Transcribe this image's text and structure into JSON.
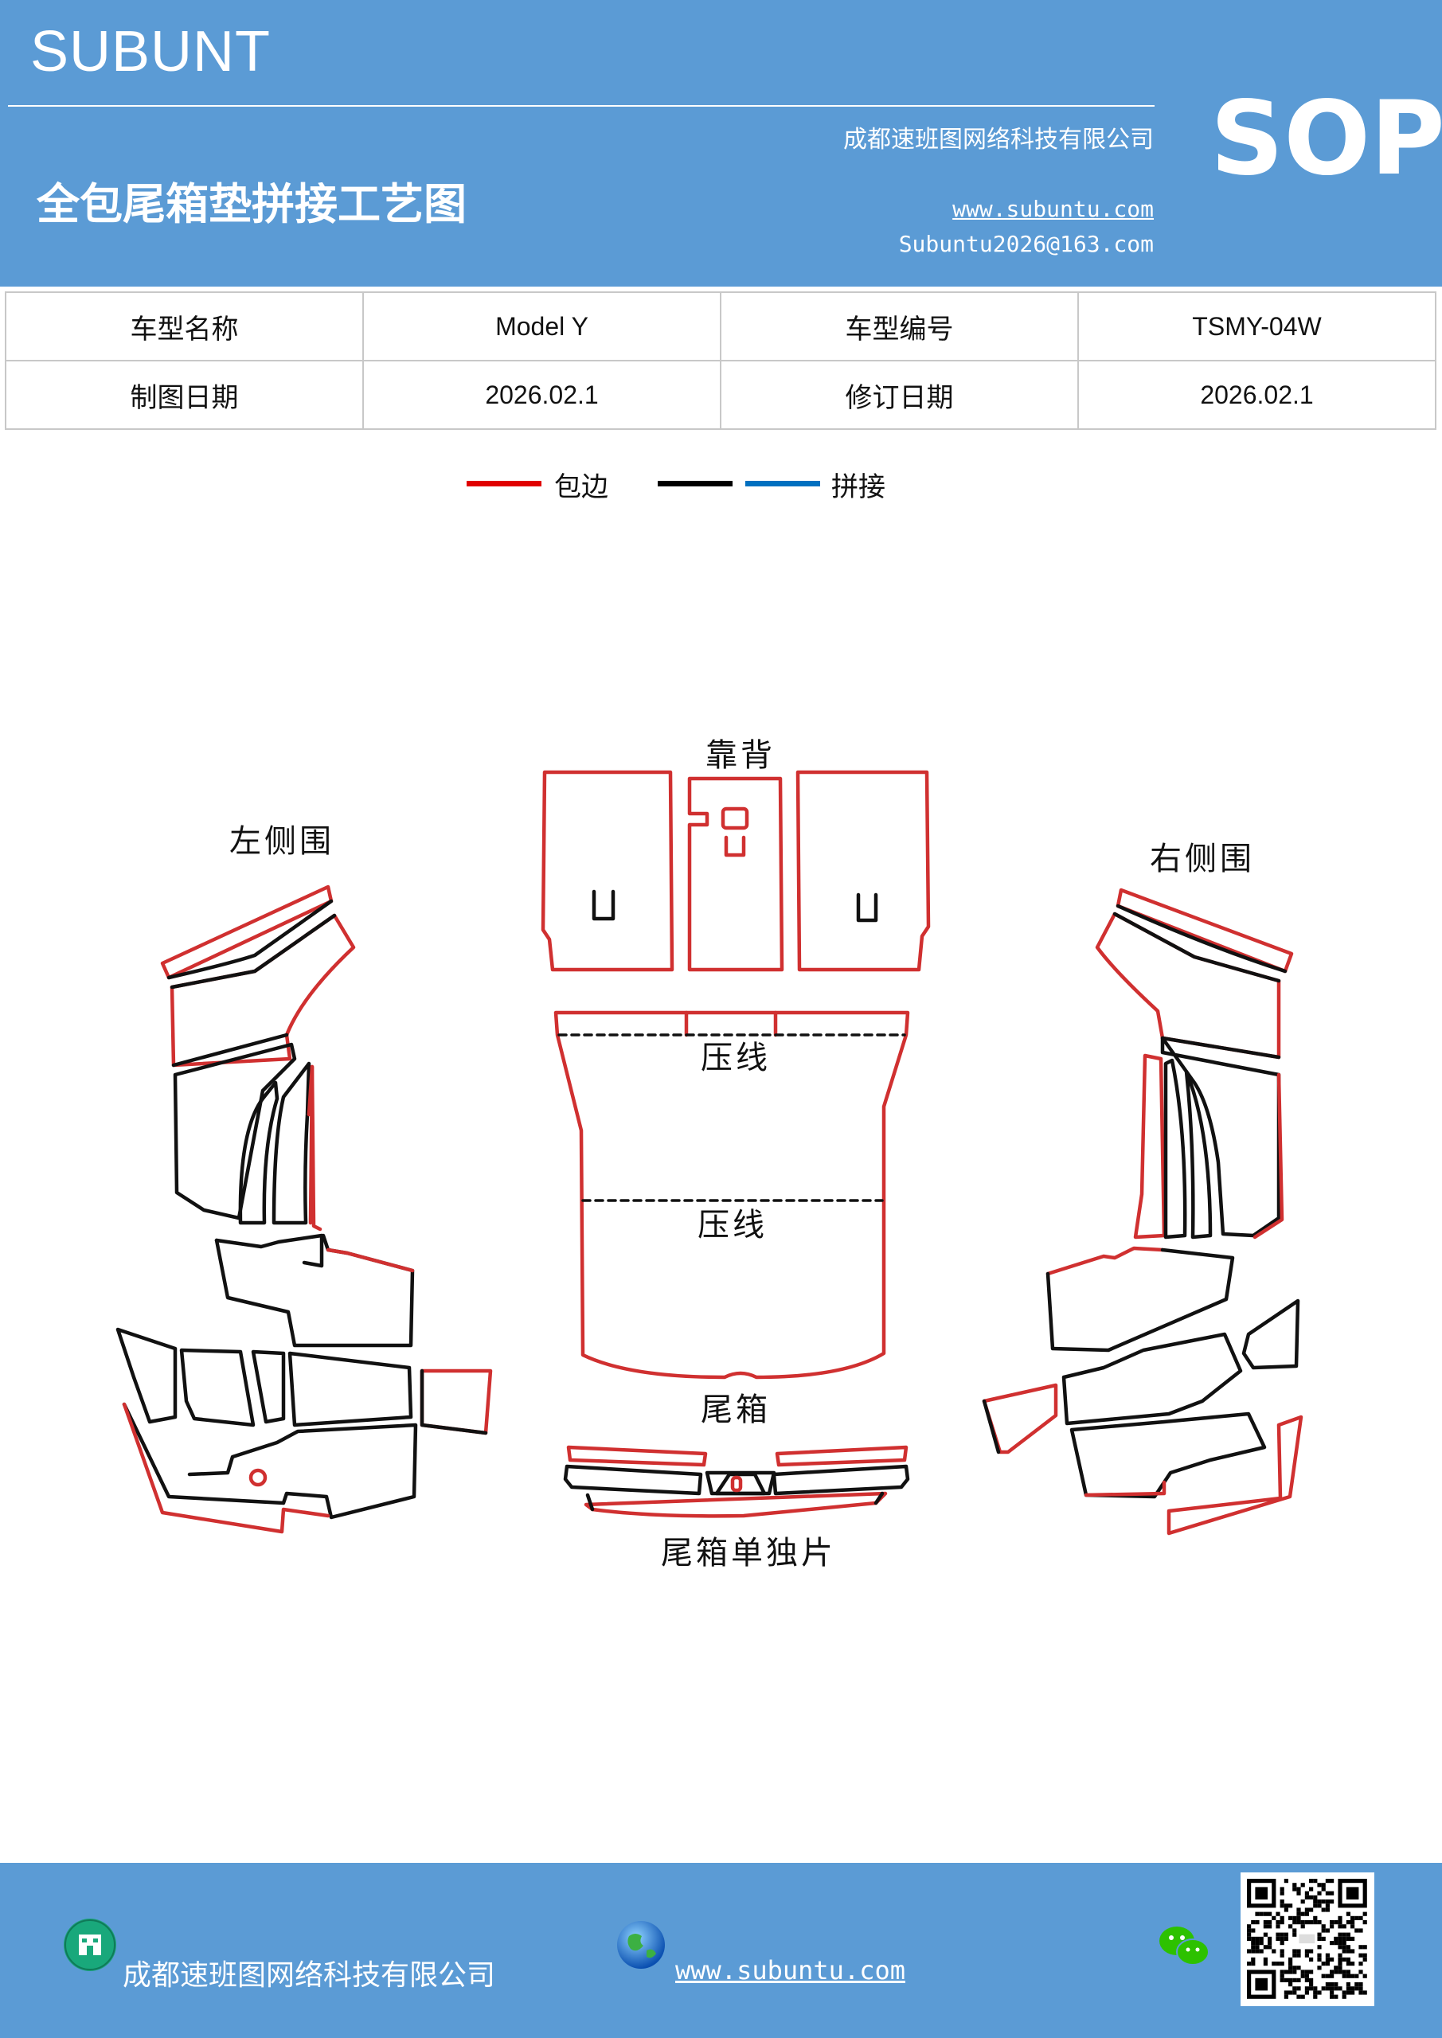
{
  "header": {
    "brand": "SUBUNT",
    "company": "成都速班图网络科技有限公司",
    "title": "全包尾箱垫拼接工艺图",
    "website": "www.subuntu.com",
    "email": "Subuntu2026@163.com",
    "badge": "SOP"
  },
  "info": {
    "model_name_label": "车型名称",
    "model_name": "Model  Y",
    "model_code_label": "车型编号",
    "model_code": "TSMY-04W",
    "draw_date_label": "制图日期",
    "draw_date": "2026.02.1",
    "revise_date_label": "修订日期",
    "revise_date": "2026.02.1"
  },
  "legend": {
    "edge_label": "包边",
    "joint_label": "拼接",
    "edge_color": "#e00000",
    "seam_color": "#000000",
    "joint_color": "#0070c0"
  },
  "drawing": {
    "back_label": "靠背",
    "left_label": "左侧围",
    "right_label": "右侧围",
    "crease1_label": "压线",
    "crease2_label": "压线",
    "trunk_label": "尾箱",
    "trunk_piece_label": "尾箱单独片",
    "edge_color": "#d03030",
    "seam_color": "#111111"
  },
  "footer": {
    "company": "成都速班图网络科技有限公司",
    "website": "www.subuntu.com",
    "building_icon": "building-icon",
    "globe_icon": "globe-icon",
    "wechat_icon": "wechat-icon",
    "qr_icon": "qr-code-icon"
  }
}
